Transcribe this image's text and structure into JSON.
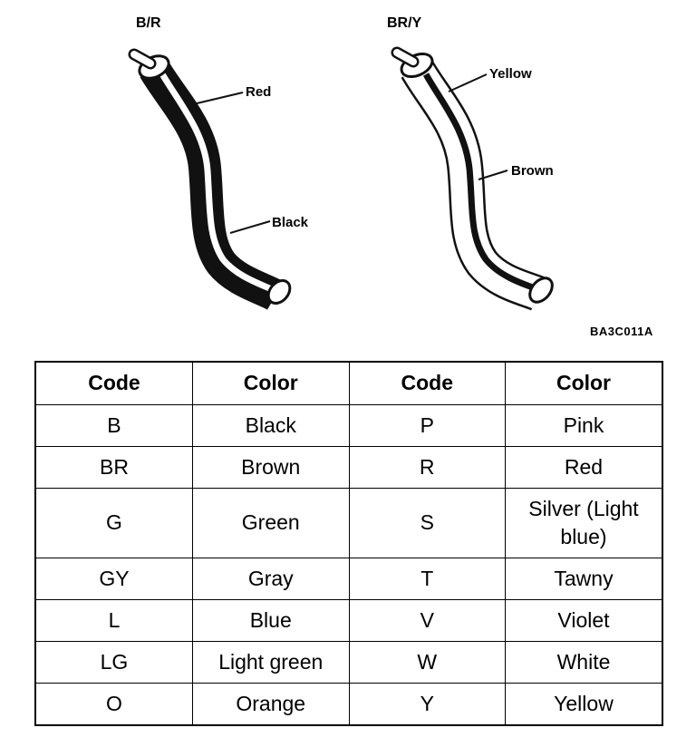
{
  "figure": {
    "wire_left": {
      "code": "B/R",
      "stripe_label": "Red",
      "base_label": "Black",
      "base_color": "#111111",
      "stripe_color": "#ffffff"
    },
    "wire_right": {
      "code": "BR/Y",
      "stripe_label": "Yellow",
      "base_label": "Brown",
      "base_color": "#ffffff",
      "stripe_color": "#111111"
    },
    "figure_code": "BA3C011A"
  },
  "table": {
    "headers": [
      "Code",
      "Color",
      "Code",
      "Color"
    ],
    "rows": [
      [
        "B",
        "Black",
        "P",
        "Pink"
      ],
      [
        "BR",
        "Brown",
        "R",
        "Red"
      ],
      [
        "G",
        "Green",
        "S",
        "Silver (Light blue)"
      ],
      [
        "GY",
        "Gray",
        "T",
        "Tawny"
      ],
      [
        "L",
        "Blue",
        "V",
        "Violet"
      ],
      [
        "LG",
        "Light green",
        "W",
        "White"
      ],
      [
        "O",
        "Orange",
        "Y",
        "Yellow"
      ]
    ]
  }
}
